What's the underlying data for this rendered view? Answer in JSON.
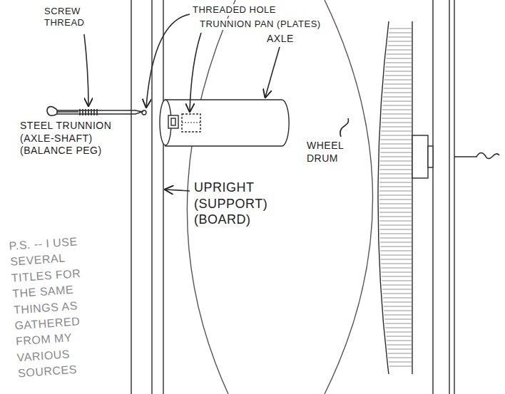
{
  "diagram": {
    "labels": [
      "SCREW THREAD",
      "STEEL TRUNNION (AXLE-SHAFT) (BALANCE PEG)",
      "THREADED HOLE",
      "TRUNNION PAN (PLATES)",
      "AXLE",
      "UPRIGHT (SUPPORT) (BOARD)",
      "WHEEL DRUM",
      "P.S. -- I USE SEVERAL TITLES FOR THE SAME THINGS AS GATHERED FROM MY VARIOUS SOURCES"
    ]
  }
}
